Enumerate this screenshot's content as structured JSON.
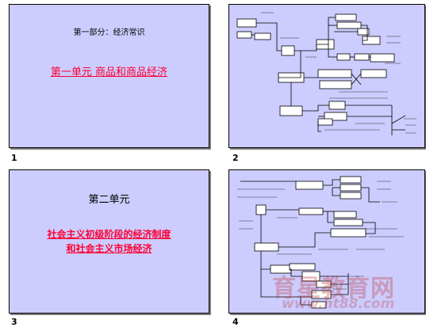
{
  "slides": [
    {
      "number": "1",
      "title": "第一部分：经济常识",
      "subtitle": "第一单元  商品和商品经济"
    },
    {
      "number": "2"
    },
    {
      "number": "3",
      "title": "第二单元",
      "subtitle_line1": "社会主义初级阶段的经济制度",
      "subtitle_line2": "和社会主义市场经济"
    },
    {
      "number": "4"
    }
  ],
  "watermark": {
    "text": "育星教育网",
    "url": "www.ht88.com"
  }
}
